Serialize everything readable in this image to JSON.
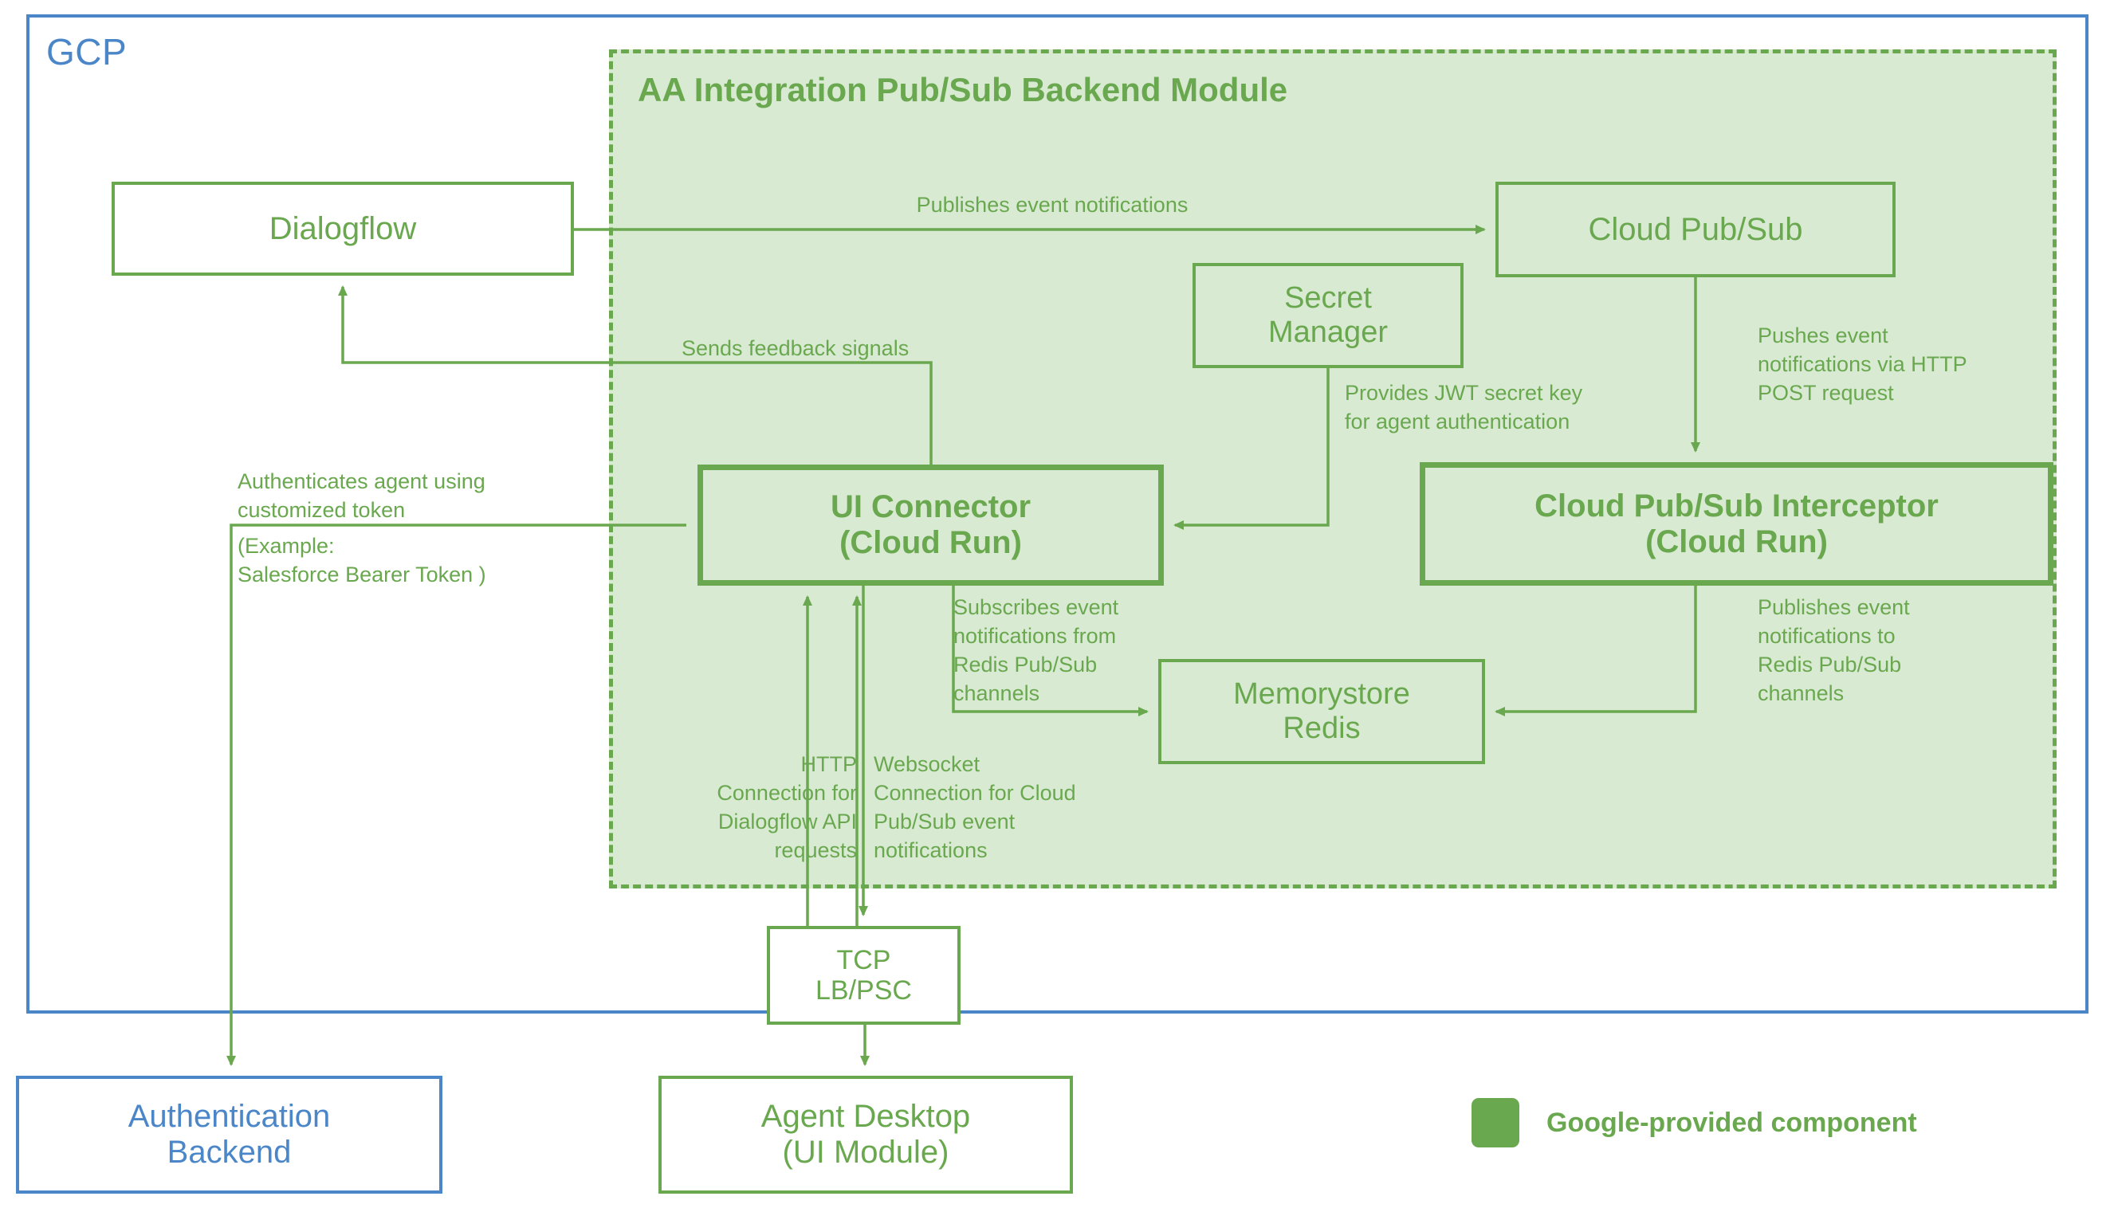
{
  "cloud_boundary": {
    "label": "GCP",
    "color": "#4a86c8"
  },
  "module": {
    "title": "AA Integration Pub/Sub Backend Module",
    "fill": "#d9ead3",
    "border": "#6aa84f"
  },
  "nodes": {
    "dialogflow": {
      "label": "Dialogflow"
    },
    "cloud_pubsub": {
      "label": "Cloud Pub/Sub"
    },
    "secret_manager": {
      "label": "Secret\nManager"
    },
    "ui_connector": {
      "label": "UI Connector\n(Cloud Run)"
    },
    "interceptor": {
      "label": "Cloud Pub/Sub Interceptor\n(Cloud Run)"
    },
    "memorystore": {
      "label": "Memorystore\nRedis"
    },
    "tcp_lb": {
      "label": "TCP\nLB/PSC"
    },
    "agent_desktop": {
      "label": "Agent Desktop\n(UI Module)"
    },
    "auth_backend": {
      "label": "Authentication\nBackend"
    }
  },
  "edge_labels": {
    "publishes_event_notifications": "Publishes event notifications",
    "pushes_event_http_post": "Pushes event\nnotifications via HTTP\nPOST request",
    "sends_feedback_signals": "Sends feedback signals",
    "provides_jwt_secret": "Provides JWT secret key\nfor agent authentication",
    "authenticates_agent": "Authenticates agent using\ncustomized token",
    "authenticates_example": "(Example:\nSalesforce Bearer Token )",
    "subscribes_redis": "Subscribes event\nnotifications from\nRedis Pub/Sub\nchannels",
    "publishes_redis": "Publishes event\nnotifications to\nRedis Pub/Sub\nchannels",
    "http_connection": "HTTP\nConnection for\nDialogflow API\nrequests",
    "websocket_connection": "Websocket\nConnection for Cloud\nPub/Sub event\nnotifications"
  },
  "legend": {
    "swatch_color": "#6aa84f",
    "label": "Google-provided component"
  }
}
